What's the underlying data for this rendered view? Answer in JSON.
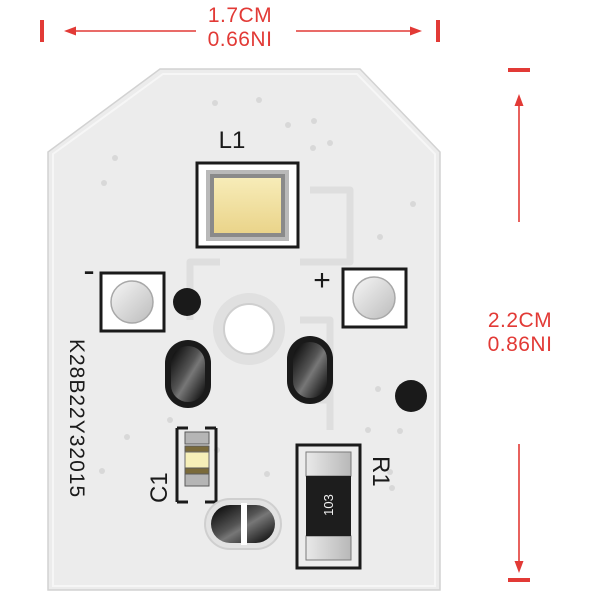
{
  "dimensions": {
    "width_cm": "1.7CM",
    "width_in": "0.66NI",
    "height_cm": "2.2CM",
    "height_in": "0.86NI"
  },
  "board": {
    "led_label": "L1",
    "minus_label": "-",
    "plus_label": "+",
    "serial": "K28B22Y32015",
    "capacitor_label": "C1",
    "resistor_label": "R1",
    "resistor_code": "103"
  },
  "colors": {
    "dimension": "#e23a36",
    "board": "#ededed",
    "led": "#f5e6a6",
    "silkscreen": "#1a1a1a"
  }
}
